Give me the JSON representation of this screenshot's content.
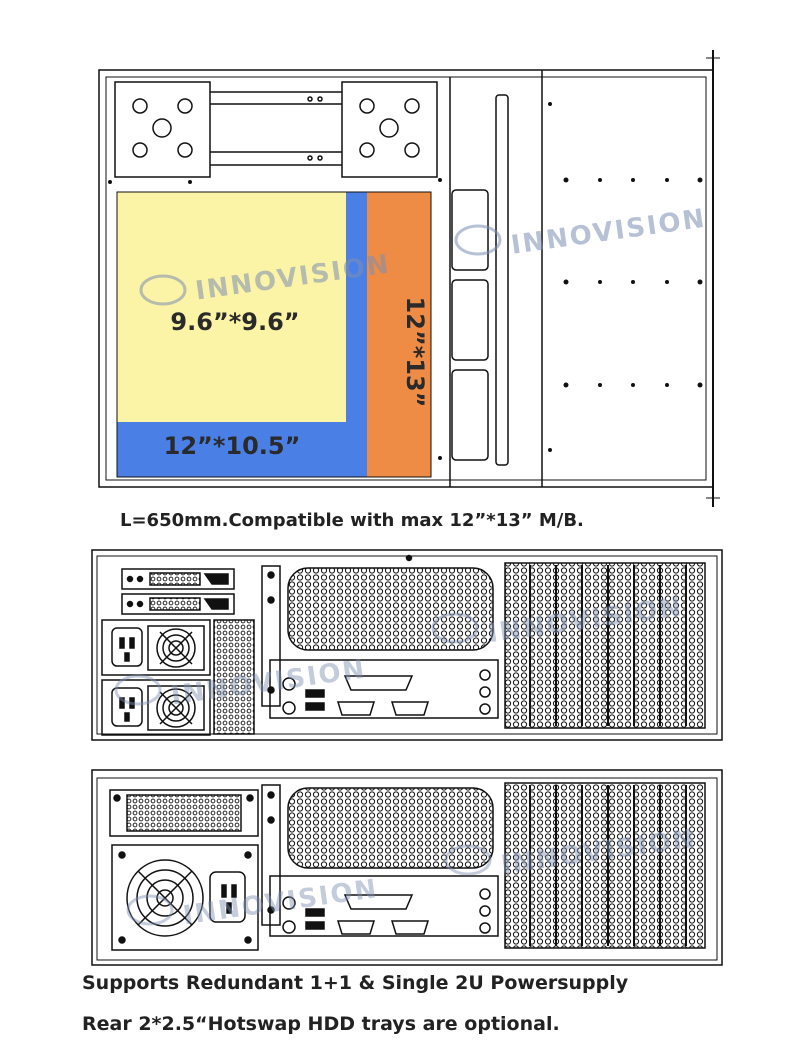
{
  "watermark": {
    "brand": "INNOVISION",
    "color": "#7d8fb3"
  },
  "top_view": {
    "zones": [
      {
        "label": "9.6”*9.6”",
        "color": "#fbf3a6"
      },
      {
        "label": "12”*10.5”",
        "color": "#4a7fe6"
      },
      {
        "label": "12”*13”",
        "color": "#ee8b44"
      }
    ],
    "caption": "L=650mm.Compatible with max 12”*13” M/B."
  },
  "rear_redundant": {
    "psu_count": 2,
    "hdd_trays": 2
  },
  "rear_single": {
    "psu_count": 1
  },
  "footer": {
    "line1": "Supports Redundant 1+1 & Single 2U Powersupply",
    "line2": "Rear 2*2.5“Hotswap HDD trays are optional."
  },
  "icons": [
    "power-inlet-icon",
    "fan-grille-icon",
    "usb-port-icon",
    "ps2-port-icon",
    "serial-port-icon",
    "parallel-port-icon",
    "audio-jack-icon"
  ]
}
